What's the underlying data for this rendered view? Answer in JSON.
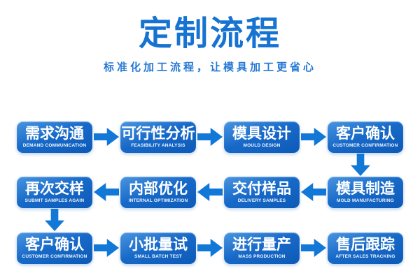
{
  "header": {
    "title": "定制流程",
    "subtitle": "标准化加工流程，让模具加工更省心"
  },
  "colors": {
    "title": "#1673d2",
    "subtitle": "#2679d5",
    "arrow": "#1278d8",
    "box_top": "#4a95e0",
    "box_mid": "#1769c8",
    "box_bottom": "#0d5ab8",
    "box_text": "#ffffff",
    "background": "#ffffff"
  },
  "flow": {
    "rows": [
      {
        "direction": "right",
        "steps": [
          {
            "zh": "需求沟通",
            "en": "DEMAND COMMUNICATION"
          },
          {
            "zh": "可行性分析",
            "en": "FEASIBILITY ANALYSIS"
          },
          {
            "zh": "模具设计",
            "en": "MOULD DESIGN"
          },
          {
            "zh": "客户确认",
            "en": "CUSTOMER CONFIRMATION"
          }
        ]
      },
      {
        "direction": "left",
        "steps": [
          {
            "zh": "再次交样",
            "en": "SUBMIT SAMPLES AGAIN"
          },
          {
            "zh": "内部优化",
            "en": "INTERNAL OPTIMIZATION"
          },
          {
            "zh": "交付样品",
            "en": "DELIVERY SAMPLES"
          },
          {
            "zh": "模具制造",
            "en": "MOLD MANUFACTURING"
          }
        ]
      },
      {
        "direction": "right",
        "steps": [
          {
            "zh": "客户确认",
            "en": "CUSTOMER CONFIRMATION"
          },
          {
            "zh": "小批量试",
            "en": "SMALL BATCH TEST"
          },
          {
            "zh": "进行量产",
            "en": "MASS PRODUCTION"
          },
          {
            "zh": "售后跟踪",
            "en": "AFTER SALES TRACKING"
          }
        ]
      }
    ]
  }
}
